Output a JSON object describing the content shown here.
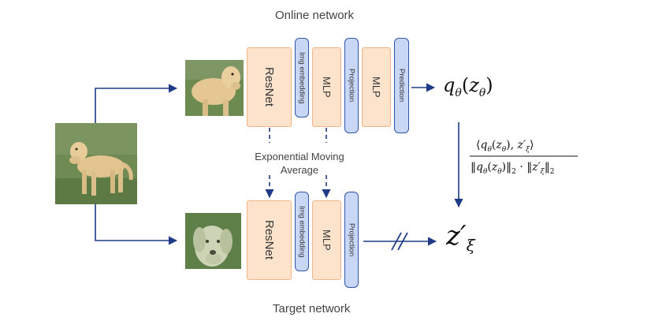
{
  "online_network": {
    "title": "Online network",
    "blocks": [
      "ResNet",
      "Img embedding",
      "MLP",
      "Projection",
      "MLP",
      "Prediction"
    ]
  },
  "target_network": {
    "title": "Target network",
    "blocks": [
      "ResNet",
      "Img embedding",
      "MLP",
      "Projection"
    ]
  },
  "ema_label_line1": "Exponential Moving",
  "ema_label_line2": "Average",
  "colors": {
    "arrow": "#1f3b87",
    "orange_fill": "#fde3cc",
    "orange_border": "#f0b487",
    "blue_fill": "#c9d7f7",
    "blue_border": "#3355a8"
  },
  "images": {
    "input": "dog-standing-photo",
    "online_crop": "dog-crop-photo",
    "target_crop": "dog-face-photo"
  }
}
